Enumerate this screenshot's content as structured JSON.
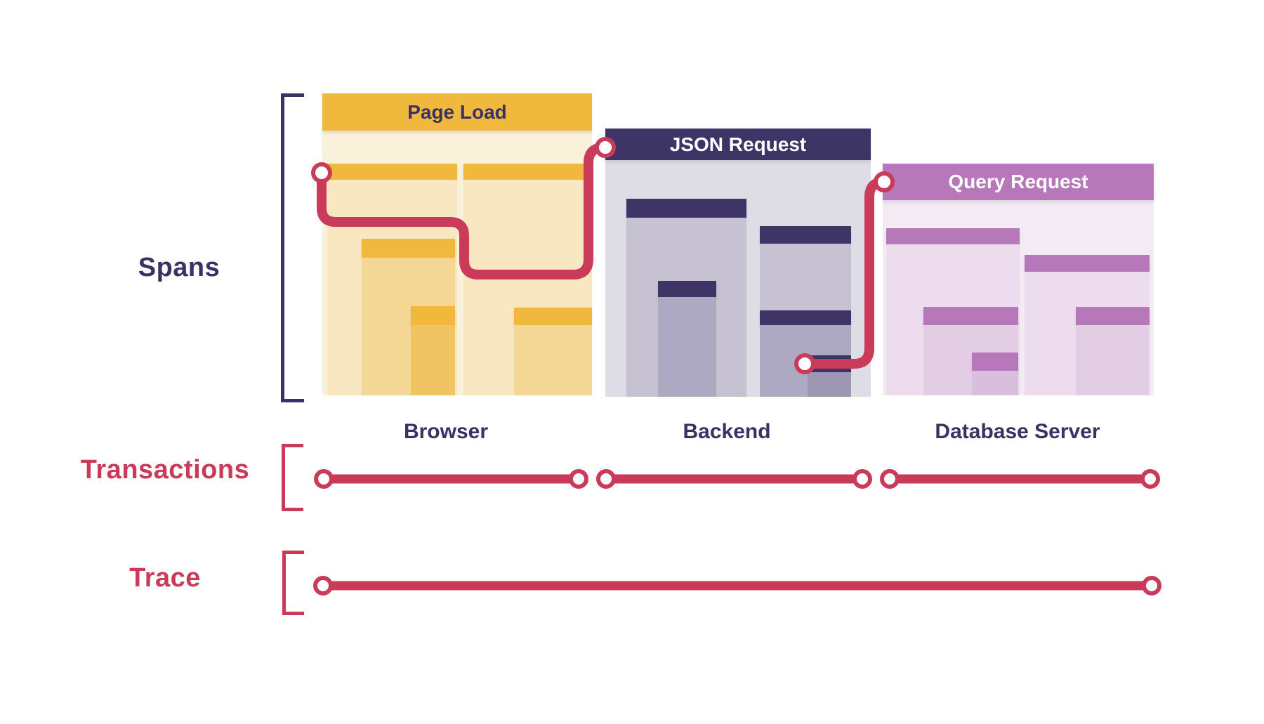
{
  "labels": {
    "spans": "Spans",
    "transactions": "Transactions",
    "trace": "Trace"
  },
  "panels": [
    {
      "title": "Page Load",
      "caption": "Browser"
    },
    {
      "title": "JSON Request",
      "caption": "Backend"
    },
    {
      "title": "Query Request",
      "caption": "Database Server"
    }
  ],
  "colors": {
    "red": "#C93B58",
    "navy": "#3A3164",
    "gold": "#F0B83D",
    "cream": "#FAF1DB",
    "gold_l1": "#F8E7C1",
    "gold_l2": "#F5D795",
    "gold_l3": "#F1C463",
    "indigo": "#3E3566",
    "indigo_bg": "#DEDCE5",
    "indigo_l1": "#C6C2D2",
    "indigo_l2": "#AEA9C2",
    "indigo_l3": "#9D97B4",
    "purple": "#B678B9",
    "purple_bg": "#F4EAF4",
    "purple_l1": "#ECDCED",
    "purple_l2": "#E3CDE5",
    "purple_l3": "#DABEDD"
  }
}
